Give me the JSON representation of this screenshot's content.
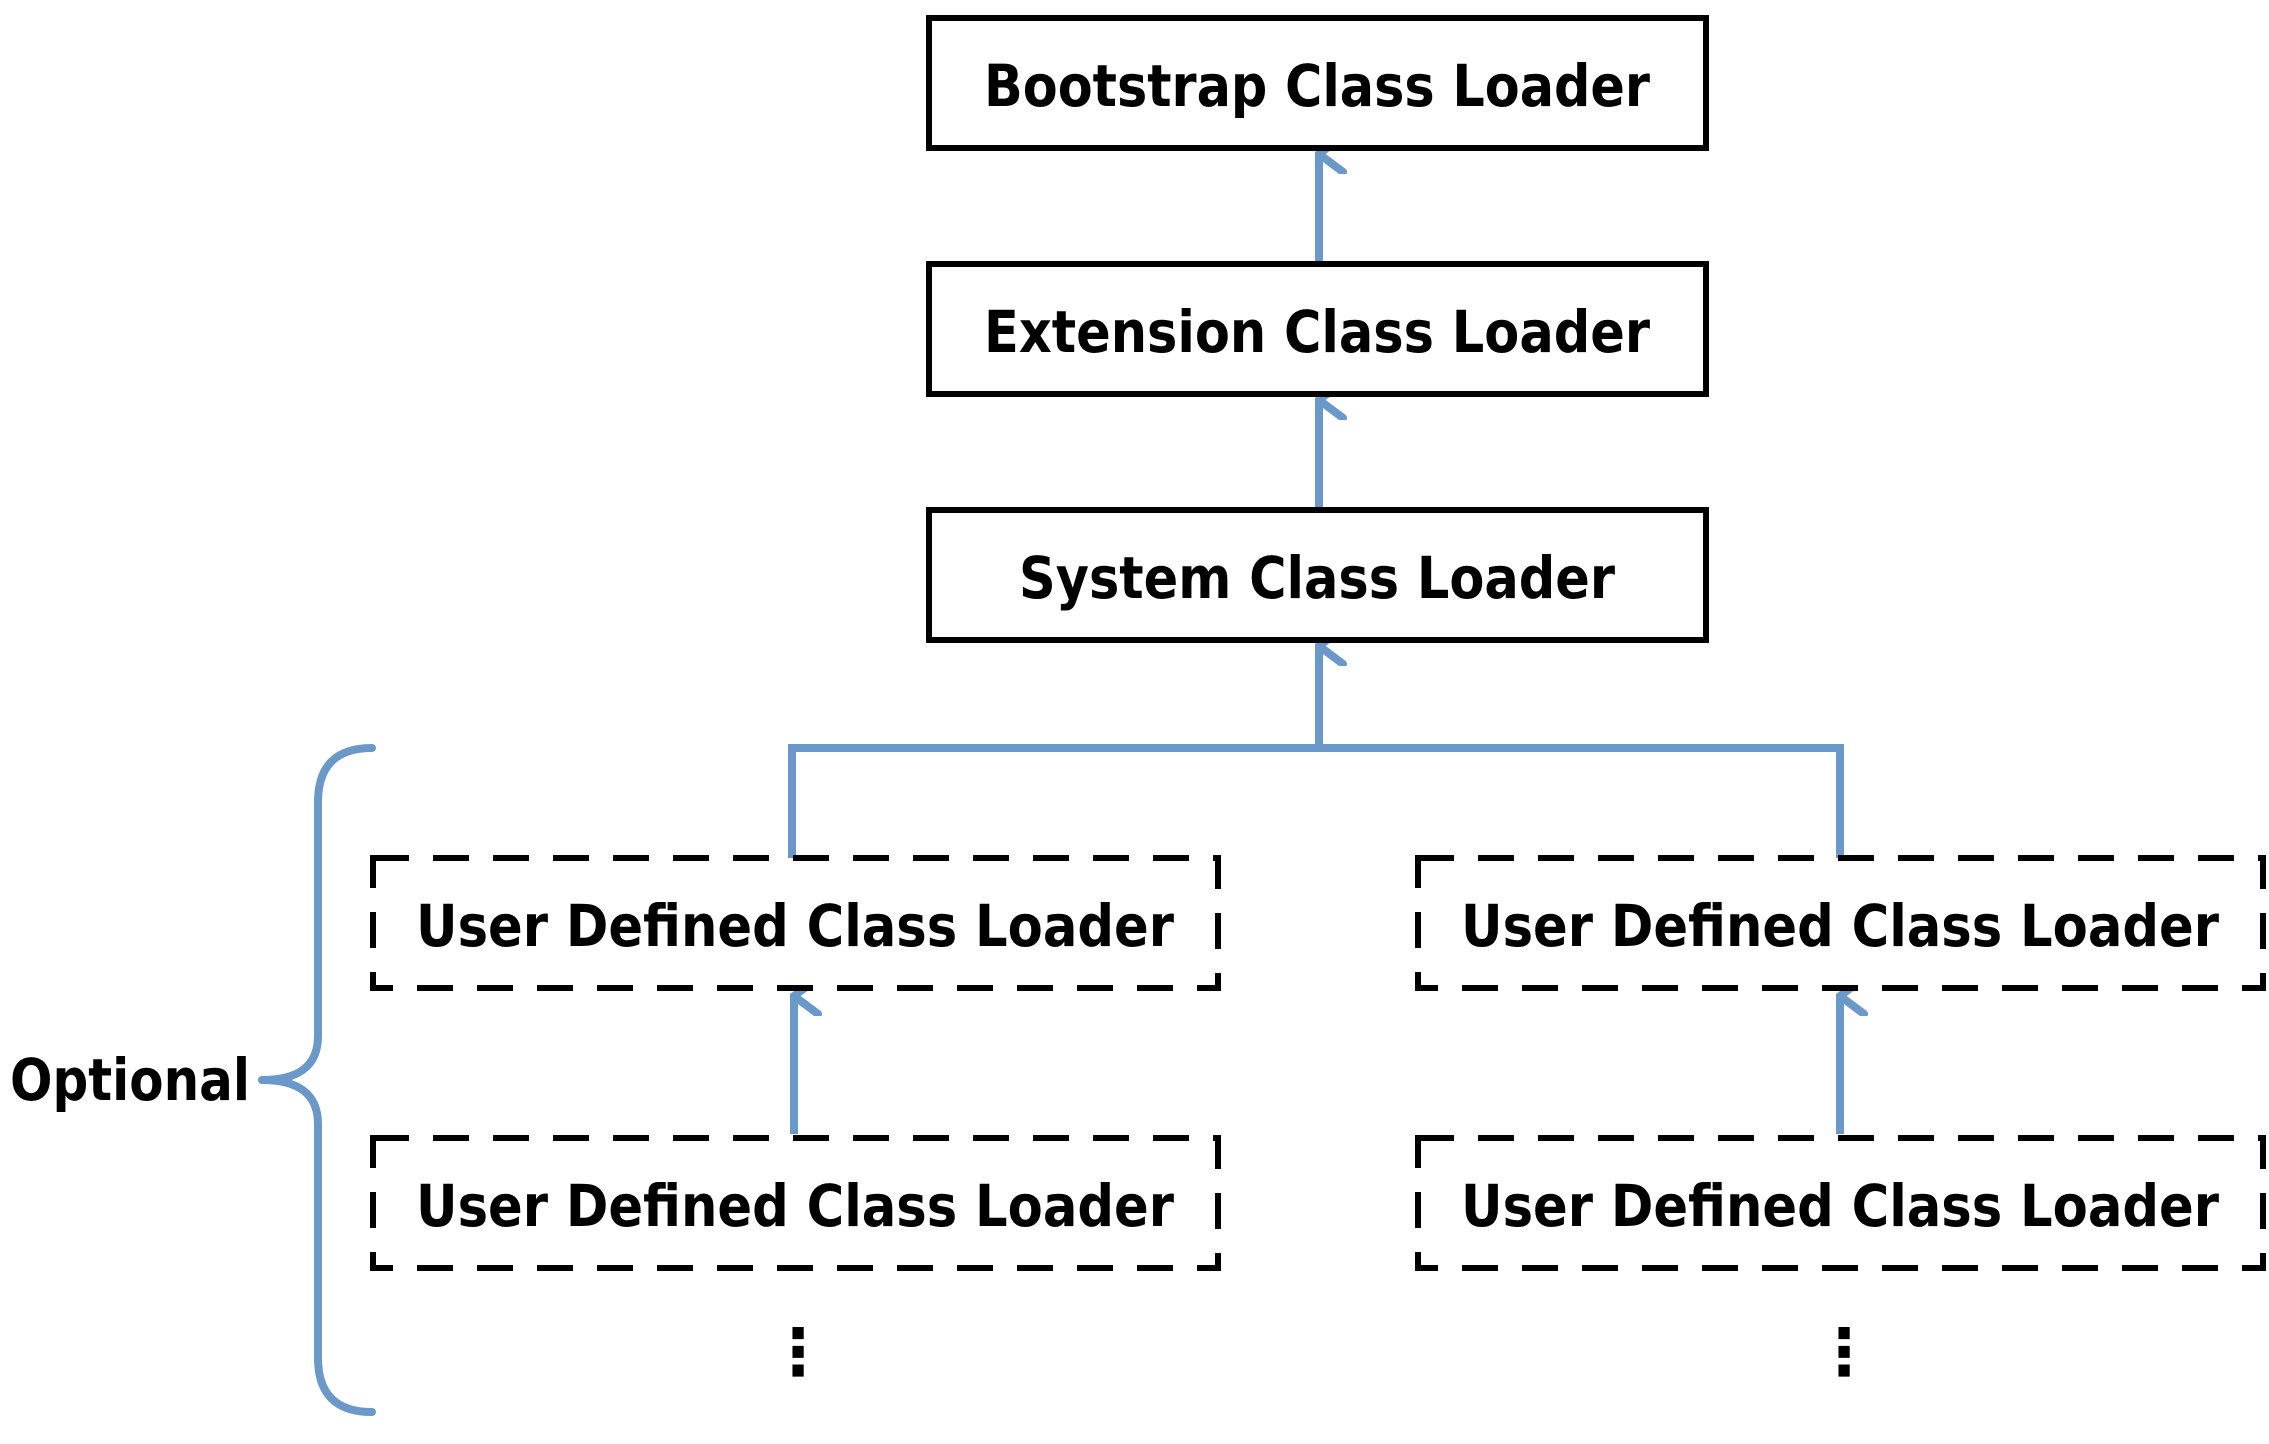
{
  "diagram": {
    "nodes": {
      "bootstrap": "Bootstrap Class Loader",
      "extension": "Extension Class Loader",
      "system": "System Class Loader",
      "user_left_1": "User Defined Class Loader",
      "user_left_2": "User Defined Class Loader",
      "user_right_1": "User Defined Class Loader",
      "user_right_2": "User Defined Class Loader"
    },
    "ellipsis_left": "⋮",
    "ellipsis_right": "⋮",
    "brace_label": "Optional",
    "colors": {
      "arrow": "#6a98c8",
      "box_border": "#000000",
      "text": "#000000"
    }
  }
}
